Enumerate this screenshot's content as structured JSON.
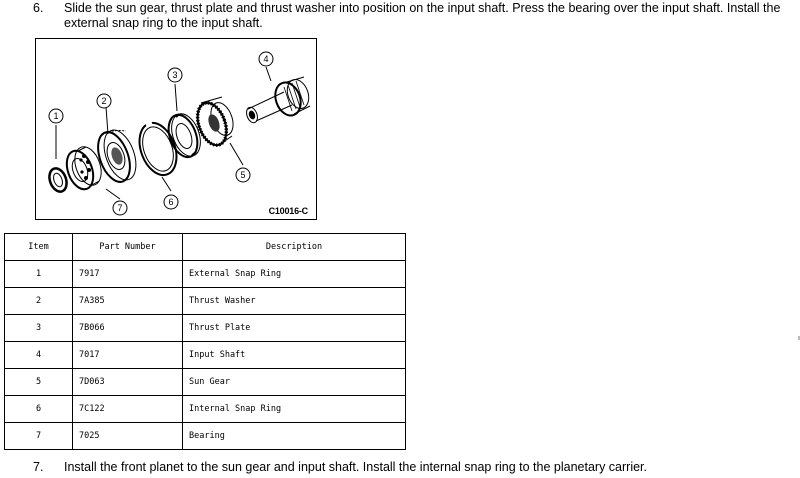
{
  "steps": [
    {
      "number": "6.",
      "text": "Slide the sun gear, thrust plate and thrust washer into position on the input shaft. Press the bearing over the input shaft. Install the external snap ring to the input shaft."
    },
    {
      "number": "7.",
      "text": "Install the front planet to the sun gear and input shaft. Install the internal snap ring to the planetary carrier."
    }
  ],
  "figure": {
    "code": "C10016-C",
    "callouts": [
      "1",
      "2",
      "3",
      "4",
      "5",
      "6",
      "7"
    ]
  },
  "table": {
    "headers": {
      "item": "Item",
      "part": "Part Number",
      "description": "Description"
    },
    "rows": [
      {
        "item": "1",
        "part": "7917",
        "description": "External Snap Ring"
      },
      {
        "item": "2",
        "part": "7A385",
        "description": "Thrust Washer"
      },
      {
        "item": "3",
        "part": "7B066",
        "description": "Thrust Plate"
      },
      {
        "item": "4",
        "part": "7017",
        "description": "Input Shaft"
      },
      {
        "item": "5",
        "part": "7D063",
        "description": "Sun Gear"
      },
      {
        "item": "6",
        "part": "7C122",
        "description": "Internal Snap Ring"
      },
      {
        "item": "7",
        "part": "7025",
        "description": "Bearing"
      }
    ]
  }
}
